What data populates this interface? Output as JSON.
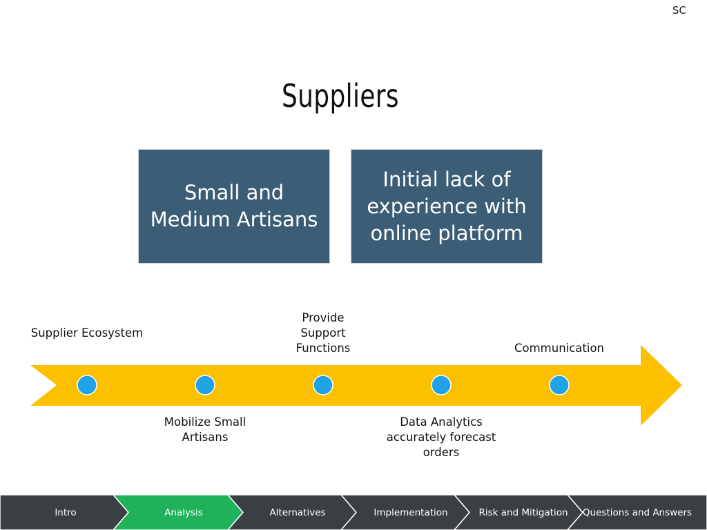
{
  "corner_label": "SC",
  "title": "Suppliers",
  "boxes": [
    {
      "text": "Small and Medium Artisans"
    },
    {
      "text": "Initial lack of experience with online platform"
    }
  ],
  "timeline": {
    "arrow_color": "#fcc000",
    "node_color": "#1fa3e6",
    "above": [
      {
        "text": "Supplier Ecosystem"
      },
      {
        "text": "Provide Support Functions"
      },
      {
        "text": "Communication"
      }
    ],
    "below": [
      {
        "text": "Mobilize Small Artisans"
      },
      {
        "text": "Data Analytics accurately forecast orders"
      }
    ]
  },
  "nav": {
    "bar_color": "#3a3f44",
    "active_color": "#1fb25a",
    "items": [
      {
        "label": "Intro",
        "active": false
      },
      {
        "label": "Analysis",
        "active": true
      },
      {
        "label": "Alternatives",
        "active": false
      },
      {
        "label": "Implementation",
        "active": false
      },
      {
        "label": "Risk and Mitigation",
        "active": false
      },
      {
        "label": "Questions and Answers",
        "active": false
      }
    ]
  }
}
